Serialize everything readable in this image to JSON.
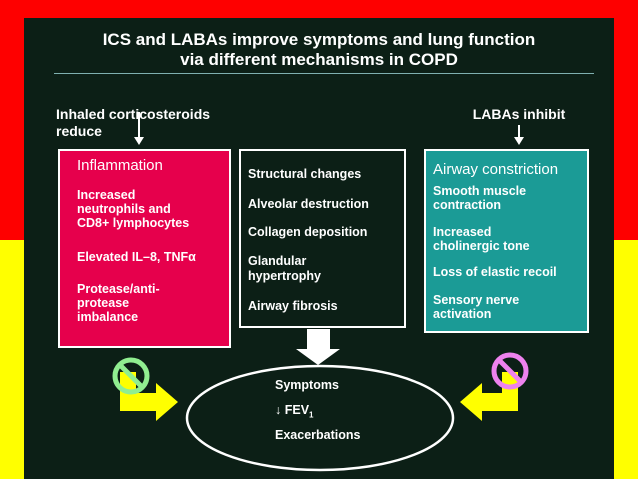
{
  "title": {
    "line1": "ICS and LABAs improve symptoms and lung function",
    "line2": "via different mechanisms in COPD"
  },
  "left_header": {
    "line1": "Inhaled corticosteroids",
    "line2": "reduce"
  },
  "right_header": "LABAs inhibit",
  "inflammation_box": {
    "title": "Inflammation",
    "items": [
      [
        "Increased",
        "neutrophils and",
        "CD8+ lymphocytes"
      ],
      [
        "Elevated IL–8, TNFα"
      ],
      [
        "Protease/anti-",
        "protease",
        "imbalance"
      ]
    ]
  },
  "structural_box": {
    "items": [
      [
        "Structural changes"
      ],
      [
        "Alveolar destruction"
      ],
      [
        "Collagen deposition"
      ],
      [
        "Glandular",
        "hypertrophy"
      ],
      [
        "Airway fibrosis"
      ]
    ]
  },
  "airway_box": {
    "title": "Airway constriction",
    "items": [
      [
        "Smooth muscle",
        "contraction"
      ],
      [
        "Increased",
        "cholinergic tone"
      ],
      [
        "Loss of elastic recoil"
      ],
      [
        "Sensory nerve",
        "activation"
      ]
    ]
  },
  "outcomes": {
    "symptoms": "Symptoms",
    "fev_arrow": "↓",
    "fev": "FEV",
    "fev_sub": "1",
    "exacerbations": "Exacerbations"
  },
  "colors": {
    "background_top": "#fe0000",
    "background_bottom": "#ffff00",
    "slide": "#0c1f16",
    "inflammation": "#e6004c",
    "airway": "#1b9b96",
    "arrow_yellow": "#ffff00",
    "no_sign_left": "#90ee90",
    "no_sign_right": "#ee82ee"
  },
  "icons": {
    "left": "no-sign-icon",
    "right": "no-sign-icon",
    "down": "down-arrow-icon"
  }
}
